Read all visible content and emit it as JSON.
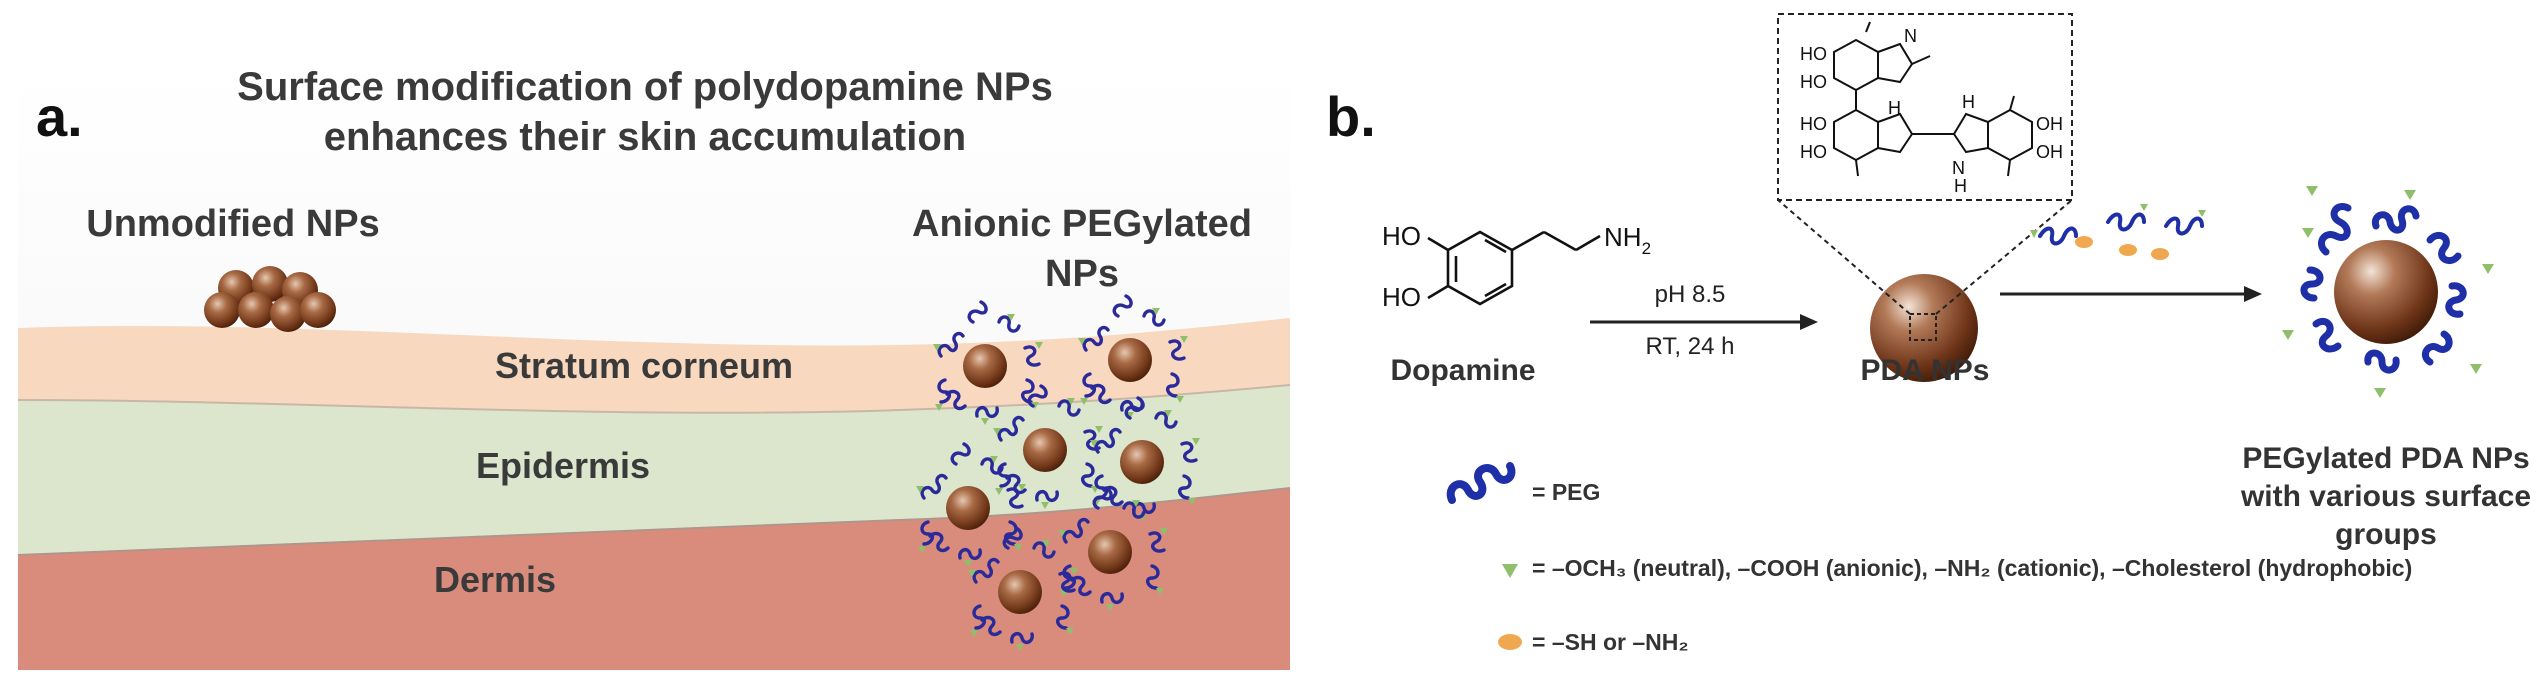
{
  "panel_a": {
    "letter": "a.",
    "title_line1": "Surface modification of polydopamine NPs",
    "title_line2": "enhances their skin accumulation",
    "unmodified_label": "Unmodified NPs",
    "anionic_label_line1": "Anionic PEGylated",
    "anionic_label_line2": "NPs",
    "layers": [
      "Stratum corneum",
      "Epidermis",
      "Dermis"
    ],
    "colors": {
      "stratum": "#f8d8bf",
      "epidermis": "#dbe6cc",
      "dermis": "#d98c7c",
      "particle": "#7a3f1f",
      "peg": "#2a2a9a",
      "ligand": "#8fbf6a"
    }
  },
  "panel_b": {
    "letter": "b.",
    "oh_1": "HO",
    "oh_2": "HO",
    "nh2": "NH",
    "nh2_sub": "2",
    "dopamine": "Dopamine",
    "condition_1": "pH 8.5",
    "condition_2": "RT, 24 h",
    "pda_np": "PDA NPs",
    "product_line1": "PEGylated PDA NPs",
    "product_line2": "with various surface",
    "product_line3": "groups",
    "legend_peg": "= PEG",
    "legend_triangle": "= –OCH₃ (neutral), –COOH (anionic), –NH₂ (cationic), –Cholesterol (hydrophobic)",
    "legend_oval": "= –SH or –NH₂",
    "inset_ho_1": "HO",
    "inset_ho_2": "HO",
    "inset_ho_3": "HO",
    "inset_ho_4": "HO",
    "inset_oh_1": "OH",
    "inset_oh_2": "OH",
    "inset_nh_1": "N",
    "inset_nh_2": "H",
    "inset_nh_3": "H",
    "inset_nh_4": "N",
    "inset_nh_5": "H",
    "colors": {
      "oval": "#f0a850",
      "triangle": "#8fbf6a",
      "peg": "#1f2fa8",
      "particle": "#7a3f1f"
    }
  }
}
